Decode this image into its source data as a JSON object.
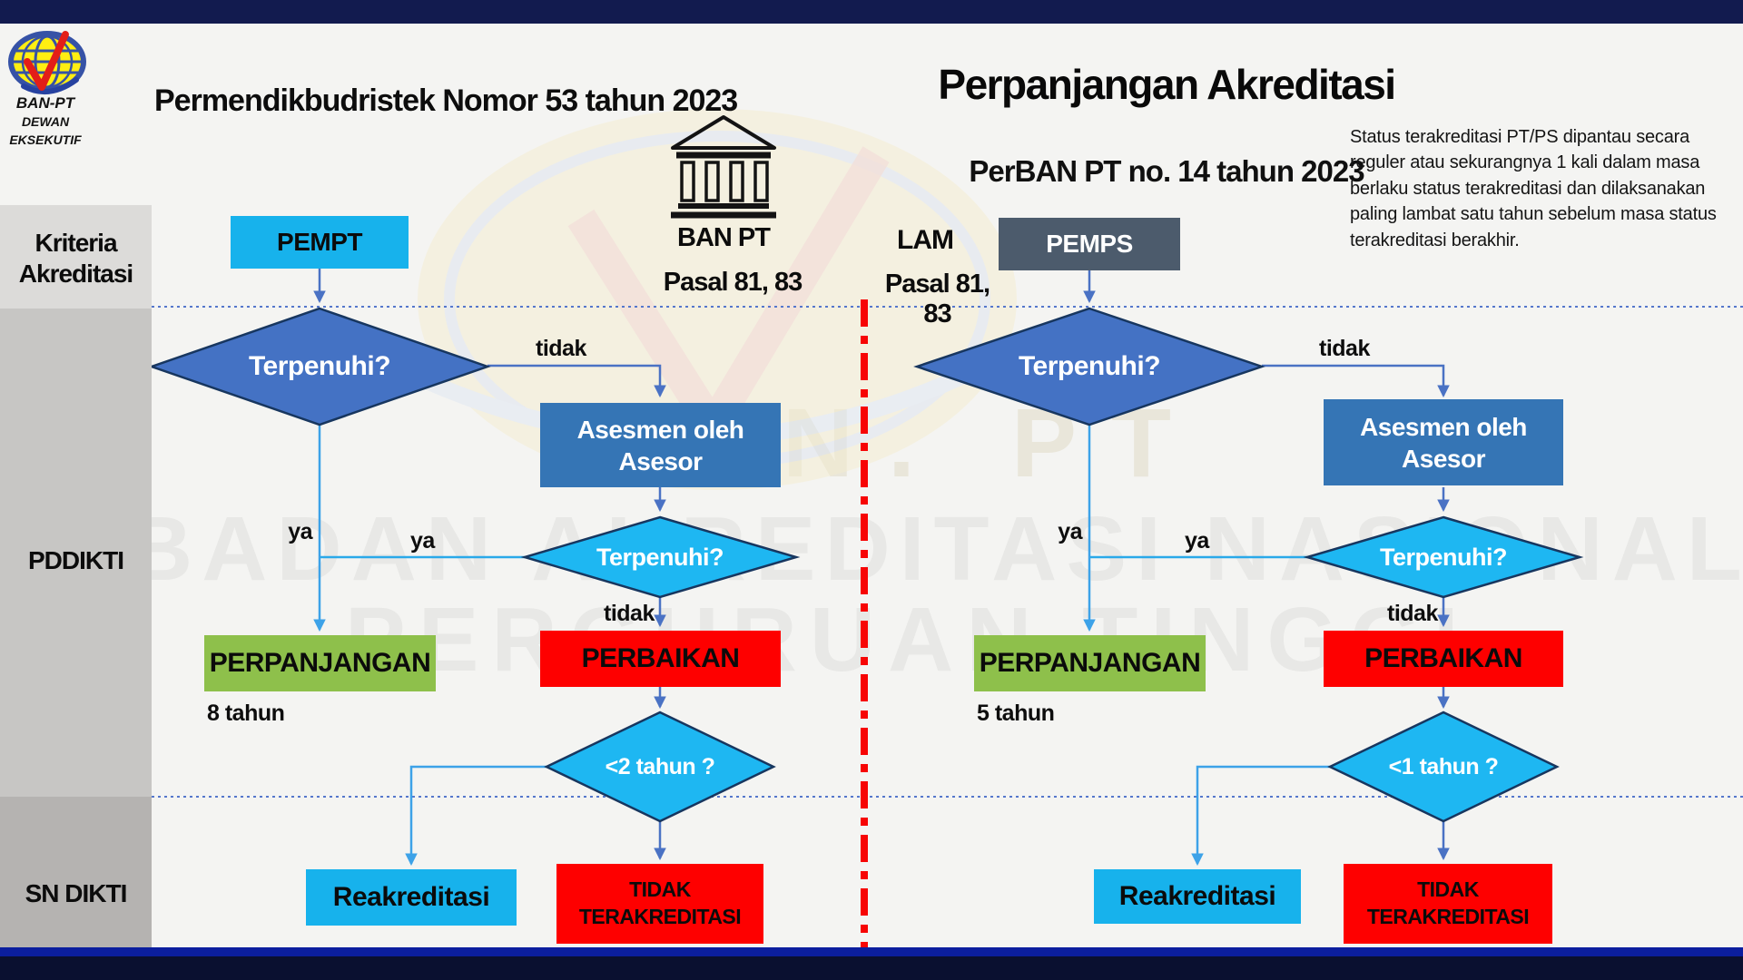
{
  "slide": {
    "law_left": "Permendikbudristek Nomor 53 tahun 2023",
    "title": "Perpanjangan Akreditasi",
    "law_right": "PerBAN PT no. 14 tahun 2023",
    "note": "Status terakreditasi PT/PS dipantau secara reguler atau sekurangnya 1 kali dalam masa berlaku status terakreditasi dan dilaksanakan paling lambat satu tahun sebelum masa status terakreditasi berakhir."
  },
  "logo": {
    "line1": "BAN-PT",
    "line2": "DEWAN",
    "line3": "EKSEKUTIF"
  },
  "sidebar": {
    "sections": [
      {
        "label": "Kriteria Akreditasi"
      },
      {
        "label": "PDDIKTI"
      },
      {
        "label": "SN DIKTI"
      }
    ]
  },
  "center": {
    "authority_left": "BAN PT",
    "pasal_left": "Pasal 81, 83",
    "authority_right": "LAM",
    "pasal_right": "Pasal 81, 83"
  },
  "flow_left": {
    "start": "PEMPT",
    "decision1": "Terpenuhi?",
    "no1": "tidak",
    "yes1": "ya",
    "yes2": "ya",
    "assess_line1": "Asesmen oleh",
    "assess_line2": "Asesor",
    "decision2": "Terpenuhi?",
    "no2": "tidak",
    "extension": "PERPANJANGAN",
    "duration": "8 tahun",
    "improvement": "PERBAIKAN",
    "decision3": "<2 tahun ?",
    "reaccreditation": "Reakreditasi",
    "not_accredited_line1": "TIDAK",
    "not_accredited_line2": "TERAKREDITASI"
  },
  "flow_right": {
    "start": "PEMPS",
    "decision1": "Terpenuhi?",
    "no1": "tidak",
    "yes1": "ya",
    "yes2": "ya",
    "assess_line1": "Asesmen oleh",
    "assess_line2": "Asesor",
    "decision2": "Terpenuhi?",
    "no2": "tidak",
    "extension": "PERPANJANGAN",
    "duration": "5 tahun",
    "improvement": "PERBAIKAN",
    "decision3": "<1 tahun ?",
    "reaccreditation": "Reakreditasi",
    "not_accredited_line1": "TIDAK",
    "not_accredited_line2": "TERAKREDITASI"
  },
  "watermark": {
    "wm1": "BAN. PT",
    "wm2": "BADAN AKREDITASI NASIONAL",
    "wm3": "PERGURUAN TINGGI"
  },
  "colors": {
    "cyan_box": "#17b2ec",
    "slate_box": "#4c5b6c",
    "steel_box": "#3575b5",
    "green_box": "#8ec04b",
    "red_box": "#fe0000",
    "blue_diamond": "#4472c4",
    "cyan_diamond": "#1eb7f2",
    "connector_blue": "#4a72c4",
    "connector_light": "#3da2e8",
    "divider_red": "#f70505",
    "dotted_line": "#5577cc",
    "top_bar": "#121b4f",
    "bottom_strip": "#0b1e9e",
    "bottom_bar": "#0a1030"
  }
}
